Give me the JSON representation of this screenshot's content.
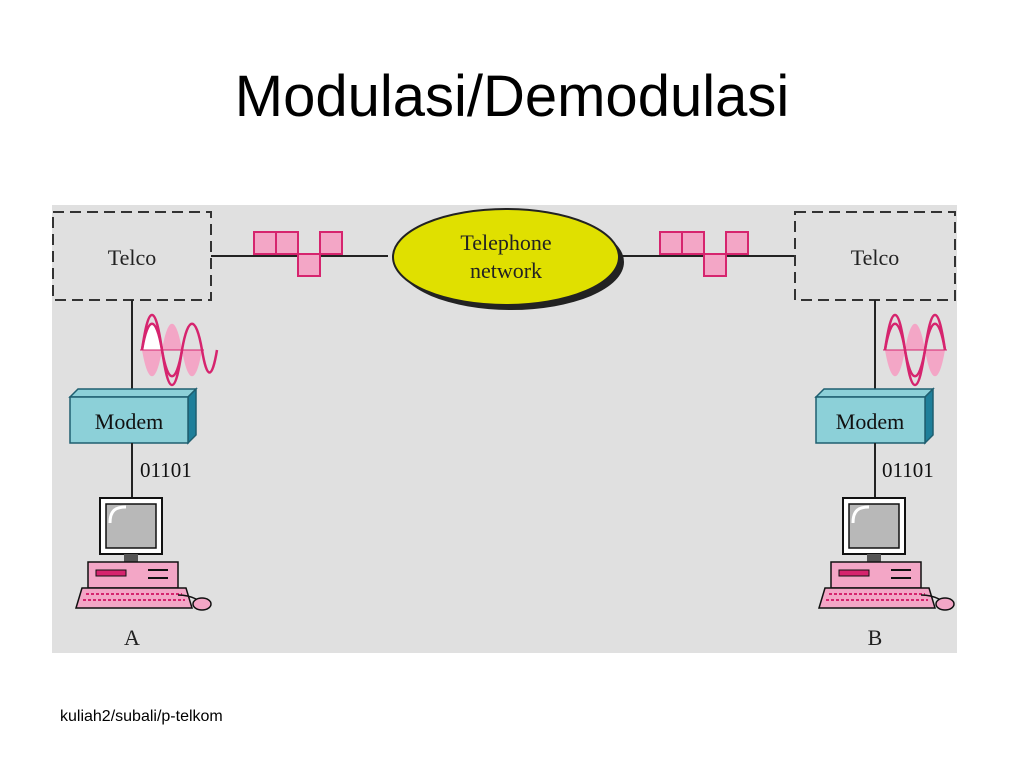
{
  "slide": {
    "title": "Modulasi/Demodulasi",
    "footer": "kuliah2/subali/p-telkom"
  },
  "diagram": {
    "background_color": "#e0e0e0",
    "network_label_line1": "Telephone",
    "network_label_line2": "network",
    "network_color": "#e0e000",
    "left": {
      "telco_label": "Telco",
      "modem_label": "Modem",
      "bits_label": "01101",
      "station_label": "A"
    },
    "right": {
      "telco_label": "Telco",
      "modem_label": "Modem",
      "bits_label": "01101",
      "station_label": "B"
    },
    "colors": {
      "signal": "#d6246e",
      "signal_fill": "#f3a6c6",
      "modem": "#8cd0d8",
      "modem_side": "#1f7f9a",
      "computer": "#f3a6c6"
    }
  }
}
